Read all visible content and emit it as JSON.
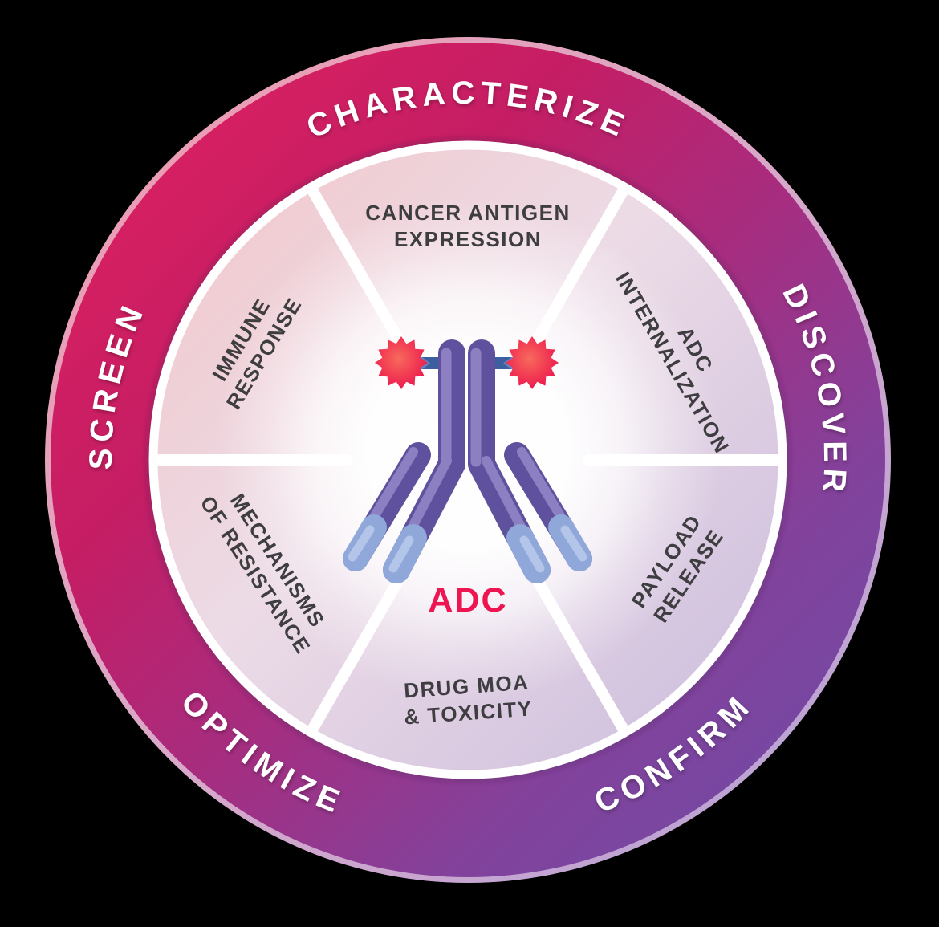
{
  "diagram": {
    "center_label": "ADC",
    "ring": {
      "characterize": "CHARACTERIZE",
      "discover": "DISCOVER",
      "confirm": "CONFIRM",
      "optimize": "OPTIMIZE",
      "screen": "SCREEN"
    },
    "segments": {
      "cancer_antigen": {
        "line1": "CANCER ANTIGEN",
        "line2": "EXPRESSION"
      },
      "adc_internalization": {
        "line1": "ADC",
        "line2": "INTERNALIZATION"
      },
      "payload_release": {
        "line1": "PAYLOAD",
        "line2": "RELEASE"
      },
      "drug_moa": {
        "line1": "DRUG MOA",
        "line2": "& TOXICITY"
      },
      "mechanisms_of_resistance": {
        "line1": "MECHANISMS",
        "line2": "OF RESISTANCE"
      },
      "immune_response": {
        "line1": "IMMUNE",
        "line2": "RESPONSE"
      }
    },
    "colors": {
      "ring_stop1": "#e22260",
      "ring_stop2": "#c51d64",
      "ring_stop3": "#a82c7e",
      "ring_stop4": "#82429c",
      "ring_stop5": "#6a4da8",
      "rim_stop1": "#f09aac",
      "rim_stop2": "#d9a8c9",
      "rim_stop3": "#b3a2d8",
      "disc_stop1": "#f2c6c9",
      "disc_stop2": "#ecdbe6",
      "disc_stop3": "#c9bbdd",
      "ring_text": "#ffffff",
      "segment_text": "#3e3d40",
      "accent_red": "#ed1650",
      "antibody_dark": "#5f519d",
      "antibody_light": "#8d80c2",
      "tip_blue": "#8fa7d9",
      "tip_blue_light": "#b3c5e8",
      "linker_blue": "#6283c4",
      "linker_dark": "#3e5f9f",
      "star_core": "#f66a5c",
      "star_mid": "#f23b53",
      "star_edge": "#ea164e"
    }
  }
}
